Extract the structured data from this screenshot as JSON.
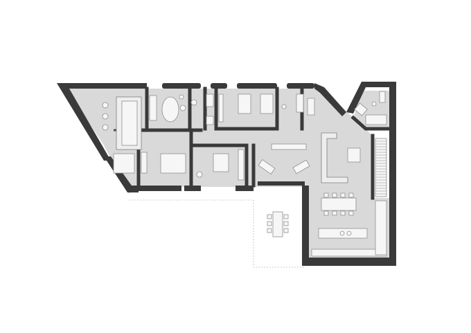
{
  "drawing": {
    "type": "architectural floor plan",
    "colors": {
      "background": "#ffffff",
      "floor": "#d9d9d9",
      "walls": "#3a3a3a",
      "furniture": "#f6f6f6",
      "outline": "#8f8f8f"
    },
    "rooms": [
      "bathroom",
      "closet",
      "bathroom",
      "bedroom",
      "bedroom",
      "bathroom",
      "bedroom",
      "bedroom",
      "living room",
      "dining",
      "kitchen",
      "stairs",
      "terrace",
      "utility"
    ]
  }
}
